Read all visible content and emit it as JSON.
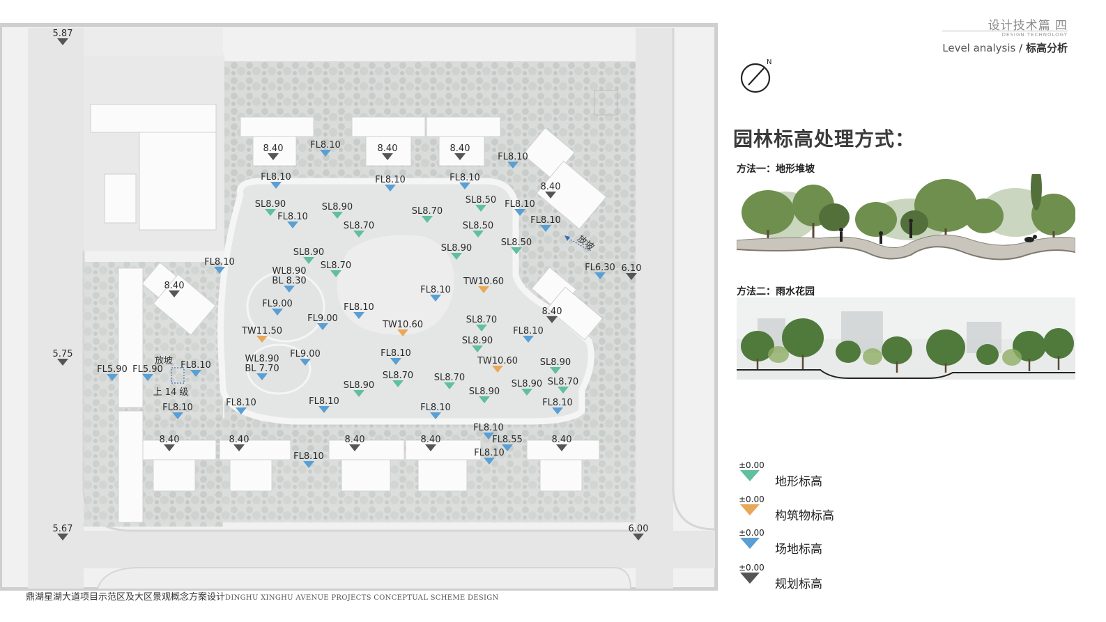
{
  "header": {
    "chapter": "设计技术篇 四",
    "chapter_sub": "DESIGN TECHNOLOGY",
    "title_en": "Level analysis",
    "title_sep": "/",
    "title_zh": "标高分析"
  },
  "north_label": "N",
  "section_title": "园林标高处理方式：",
  "methods": [
    {
      "label": "方法一：地形堆坡"
    },
    {
      "label": "方法二：雨水花园"
    }
  ],
  "legend": [
    {
      "pm": "±0.00",
      "label": "地形标高",
      "color": "#5fbf9f"
    },
    {
      "pm": "±0.00",
      "label": "构筑物标高",
      "color": "#e8a85a"
    },
    {
      "pm": "±0.00",
      "label": "场地标高",
      "color": "#5a9fd4"
    },
    {
      "pm": "±0.00",
      "label": "规划标高",
      "color": "#555555"
    }
  ],
  "footer": {
    "zh": "鼎湖星湖大道项目示范区及大区景观概念方案设计",
    "en": "DINGHU XINGHU AVENUE PROJECTS CONCEPTUAL SCHEME DESIGN"
  },
  "map_notes": {
    "slope1": "放坡",
    "slope2": "放坡",
    "steps": "上 14 级"
  },
  "markers": [
    {
      "t": "5.87",
      "k": "p"
    },
    {
      "t": "5.75",
      "k": "p"
    },
    {
      "t": "5.67",
      "k": "p"
    },
    {
      "t": "6.10",
      "k": "p"
    },
    {
      "t": "6.00",
      "k": "p"
    },
    {
      "t": "8.40",
      "k": "p"
    },
    {
      "t": "8.40",
      "k": "p"
    },
    {
      "t": "8.40",
      "k": "p"
    },
    {
      "t": "8.40",
      "k": "p"
    },
    {
      "t": "8.40",
      "k": "p"
    },
    {
      "t": "8.40",
      "k": "p"
    },
    {
      "t": "8.40",
      "k": "p"
    },
    {
      "t": "8.40",
      "k": "p"
    },
    {
      "t": "8.40",
      "k": "p"
    },
    {
      "t": "8.40",
      "k": "p"
    },
    {
      "t": "8.40",
      "k": "p"
    },
    {
      "t": "FL8.10",
      "k": "s"
    },
    {
      "t": "FL8.10",
      "k": "s"
    },
    {
      "t": "FL8.10",
      "k": "s"
    },
    {
      "t": "FL8.10",
      "k": "s"
    },
    {
      "t": "FL8.10",
      "k": "s"
    },
    {
      "t": "FL8.10",
      "k": "s"
    },
    {
      "t": "FL8.10",
      "k": "s"
    },
    {
      "t": "FL8.10",
      "k": "s"
    },
    {
      "t": "FL8.10",
      "k": "s"
    },
    {
      "t": "FL8.10",
      "k": "s"
    },
    {
      "t": "FL8.10",
      "k": "s"
    },
    {
      "t": "FL8.10",
      "k": "s"
    },
    {
      "t": "FL8.10",
      "k": "s"
    },
    {
      "t": "FL8.10",
      "k": "s"
    },
    {
      "t": "FL8.10",
      "k": "s"
    },
    {
      "t": "FL8.10",
      "k": "s"
    },
    {
      "t": "FL8.10",
      "k": "s"
    },
    {
      "t": "FL8.10",
      "k": "s"
    },
    {
      "t": "FL8.10",
      "k": "s"
    },
    {
      "t": "FL8.10",
      "k": "s"
    },
    {
      "t": "FL8.10",
      "k": "s"
    },
    {
      "t": "FL8.10",
      "k": "s"
    },
    {
      "t": "FL6.30",
      "k": "s"
    },
    {
      "t": "FL5.90",
      "k": "s"
    },
    {
      "t": "FL5.90",
      "k": "s"
    },
    {
      "t": "FL9.00",
      "k": "s"
    },
    {
      "t": "FL9.00",
      "k": "s"
    },
    {
      "t": "FL9.00",
      "k": "s"
    },
    {
      "t": "FL8.55",
      "k": "s"
    },
    {
      "t": "SL8.90",
      "k": "t"
    },
    {
      "t": "SL8.90",
      "k": "t"
    },
    {
      "t": "SL8.90",
      "k": "t"
    },
    {
      "t": "SL8.90",
      "k": "t"
    },
    {
      "t": "SL8.90",
      "k": "t"
    },
    {
      "t": "SL8.90",
      "k": "t"
    },
    {
      "t": "SL8.90",
      "k": "t"
    },
    {
      "t": "SL8.90",
      "k": "t"
    },
    {
      "t": "SL8.90",
      "k": "t"
    },
    {
      "t": "SL8.70",
      "k": "t"
    },
    {
      "t": "SL8.70",
      "k": "t"
    },
    {
      "t": "SL8.70",
      "k": "t"
    },
    {
      "t": "SL8.70",
      "k": "t"
    },
    {
      "t": "SL8.70",
      "k": "t"
    },
    {
      "t": "SL8.70",
      "k": "t"
    },
    {
      "t": "SL8.70",
      "k": "t"
    },
    {
      "t": "SL8.50",
      "k": "t"
    },
    {
      "t": "SL8.50",
      "k": "t"
    },
    {
      "t": "SL8.50",
      "k": "t"
    },
    {
      "t": "TW10.60",
      "k": "b"
    },
    {
      "t": "TW10.60",
      "k": "b"
    },
    {
      "t": "TW10.60",
      "k": "b"
    },
    {
      "t": "TW11.50",
      "k": "b"
    },
    {
      "t": "WL8.90",
      "k": "w",
      "t2": "BL 8.30"
    },
    {
      "t": "WL8.90",
      "k": "w",
      "t2": "BL 7.70"
    }
  ]
}
